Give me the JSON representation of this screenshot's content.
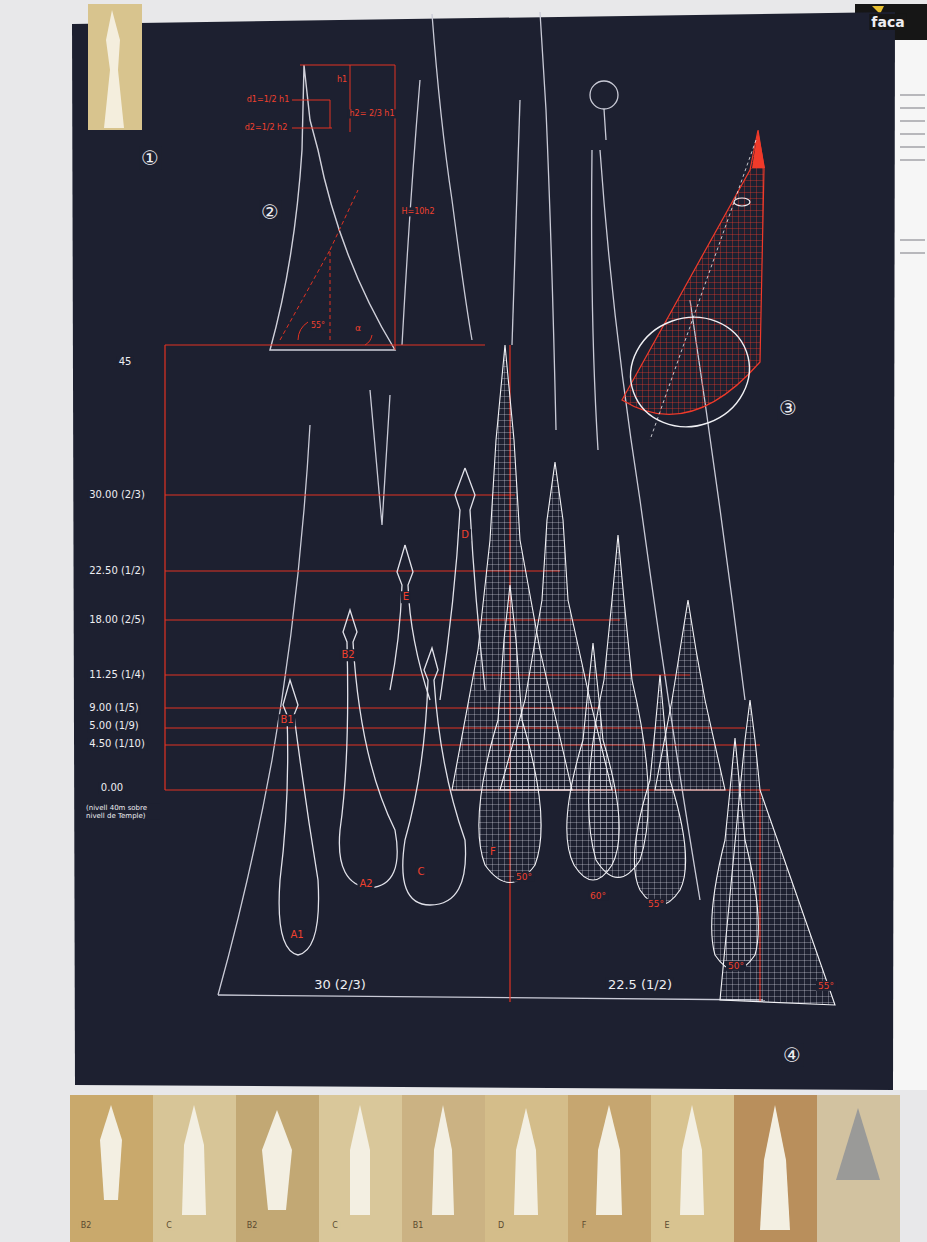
{
  "diagram": {
    "labels": [
      "faca",
      "①",
      "②",
      "③",
      "④",
      "h1",
      "d1=1/2 h1",
      "h2= 2/3 h1",
      "d2=1/2 h2",
      "H=10h2",
      "55°",
      "α",
      "45",
      "30.00 (2/3)",
      "22.50 (1/2)",
      "18.00 (2/5)",
      "11.25 (1/4)",
      "9.00 (1/5)",
      "5.00 (1/9)",
      "4.50 (1/10)",
      "0.00",
      "(nivell 40m sobre nivell de Temple)",
      "A1",
      "A2",
      "C",
      "B1",
      "B2",
      "E",
      "D",
      "F",
      "50°",
      "60°",
      "55°",
      "50°",
      "55°",
      "30 (2/3)",
      "22.5 (1/2)",
      "B2",
      "C",
      "B2",
      "C",
      "B1",
      "D",
      "F",
      "E"
    ]
  }
}
